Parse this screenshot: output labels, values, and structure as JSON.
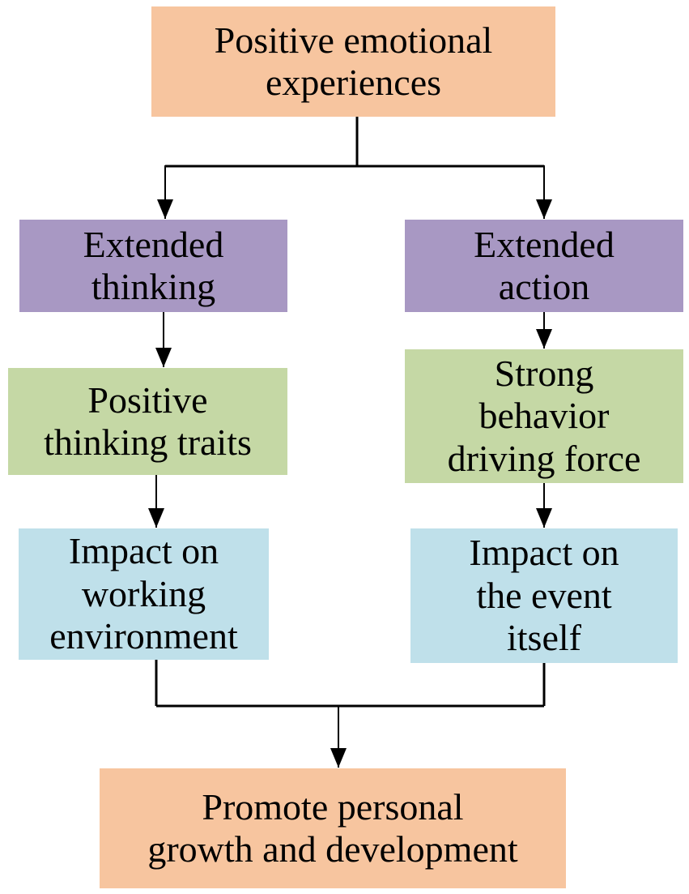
{
  "colors": {
    "orange": "#f7c59f",
    "purple": "#a898c3",
    "green": "#c5d8a5",
    "blue": "#bfe0ea",
    "line": "#000000"
  },
  "nodes": {
    "top": {
      "label": "Positive emotional\nexperiences",
      "color": "orange"
    },
    "extended_thinking": {
      "label": "Extended\nthinking",
      "color": "purple"
    },
    "extended_action": {
      "label": "Extended\naction",
      "color": "purple"
    },
    "positive_thinking_traits": {
      "label": "Positive\nthinking traits",
      "color": "green"
    },
    "strong_behavior": {
      "label": "Strong\nbehavior\ndriving force",
      "color": "green"
    },
    "impact_working": {
      "label": "Impact on\nworking\nenvironment",
      "color": "blue"
    },
    "impact_event": {
      "label": "Impact on\nthe event\nitself",
      "color": "blue"
    },
    "bottom": {
      "label": "Promote personal\ngrowth and development",
      "color": "orange"
    }
  },
  "edges": [
    {
      "from": "top",
      "to": "extended_thinking"
    },
    {
      "from": "top",
      "to": "extended_action"
    },
    {
      "from": "extended_thinking",
      "to": "positive_thinking_traits"
    },
    {
      "from": "positive_thinking_traits",
      "to": "impact_working"
    },
    {
      "from": "extended_action",
      "to": "strong_behavior"
    },
    {
      "from": "strong_behavior",
      "to": "impact_event"
    },
    {
      "from": "impact_working",
      "to": "bottom"
    },
    {
      "from": "impact_event",
      "to": "bottom"
    }
  ]
}
